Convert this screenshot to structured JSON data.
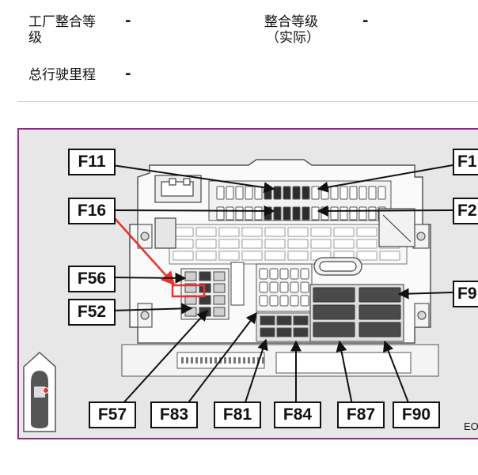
{
  "info": {
    "factory_grade_label_l1": "工厂整合等",
    "factory_grade_label_l2": "级",
    "factory_grade_value": "-",
    "actual_grade_label_l1": "整合等级",
    "actual_grade_label_l2": "（实际）",
    "actual_grade_value": "-",
    "mileage_label": "总行驶里程",
    "mileage_value": "-"
  },
  "diagram": {
    "callouts": {
      "f11": "F11",
      "f1": "F1",
      "f16": "F16",
      "f2": "F2",
      "f56": "F56",
      "f9": "F9",
      "f52": "F52",
      "f57": "F57",
      "f83": "F83",
      "f81": "F81",
      "f84": "F84",
      "f87": "F87",
      "f90": "F90"
    },
    "image_code": "EO",
    "colors": {
      "frame": "#8e2a86",
      "highlight": "#e8322b",
      "background": "#e7e7e7"
    }
  }
}
